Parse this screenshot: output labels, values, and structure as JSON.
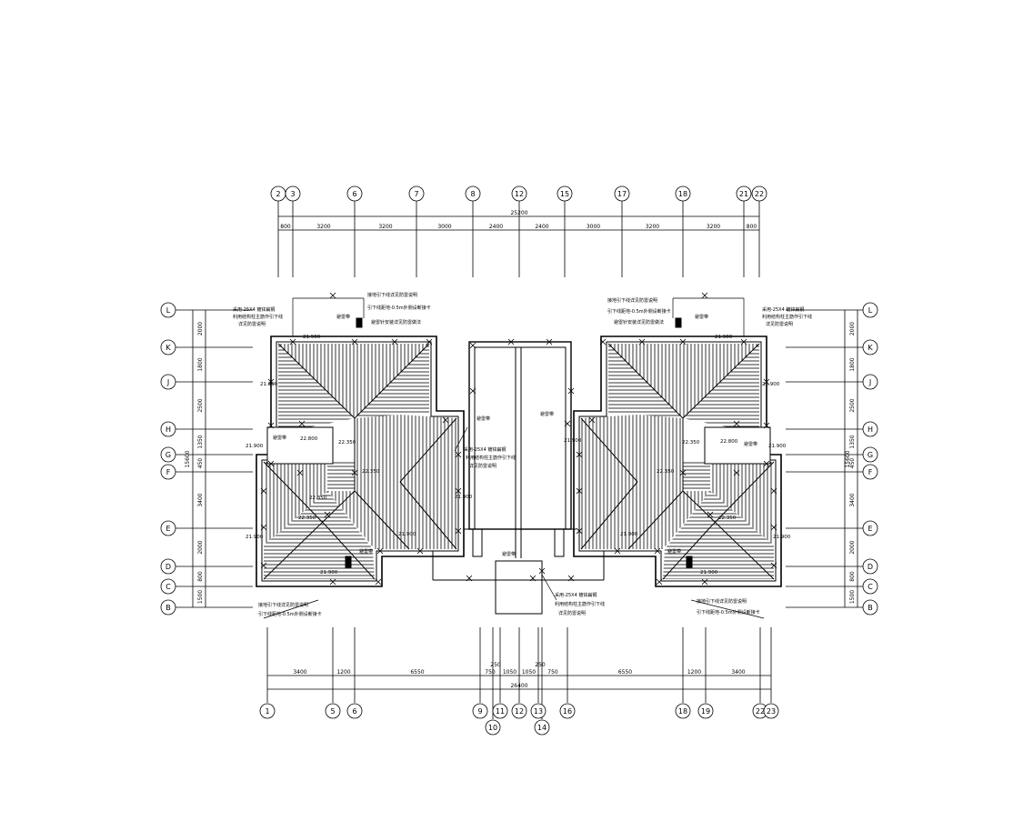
{
  "grid": {
    "top_columns": [
      "2",
      "3",
      "6",
      "7",
      "8",
      "12",
      "15",
      "17",
      "18",
      "21",
      "22"
    ],
    "bottom_columns": [
      "1",
      "5",
      "6",
      "9",
      "10",
      "11",
      "12",
      "13",
      "14",
      "16",
      "18",
      "19",
      "22",
      "23"
    ],
    "rows": [
      "L",
      "K",
      "J",
      "H",
      "G",
      "F",
      "E",
      "D",
      "C",
      "B"
    ]
  },
  "dimensions": {
    "top_total": "25200",
    "top_segments": [
      "800",
      "3200",
      "3200",
      "3000",
      "2400",
      "2400",
      "3000",
      "3200",
      "3200",
      "800"
    ],
    "bottom_total": "26400",
    "bottom_segments": [
      "3400",
      "1200",
      "6550",
      "750",
      "1050",
      "1050",
      "750",
      "6550",
      "1200",
      "3400"
    ],
    "bottom_small": [
      "250",
      "250"
    ],
    "left_segments": [
      "2000",
      "1800",
      "2500",
      "1350",
      "450",
      "3400",
      "2000",
      "800",
      "1500"
    ],
    "left_total": "15600",
    "right_segments": [
      "2000",
      "1800",
      "2500",
      "1350",
      "450",
      "3400",
      "2000",
      "800",
      "1500"
    ],
    "right_total": "15600"
  },
  "elevations": {
    "left_eave_top": "21.900",
    "left_eave_side": "21.900",
    "left_eave_g": "21.900",
    "left_ridge": "22.800",
    "left_ridge_b": "22.350",
    "left_ridge_c": "22.350",
    "left_ridge_d": "22.350",
    "left_ridge_e": "22.350",
    "left_eave_e": "21.900",
    "left_eave_low": "21.900",
    "left_eave_bottom": "21.900",
    "left_eave_right": "21.900",
    "right_eave_top": "21.900",
    "right_eave_side": "21.900",
    "right_eave_g": "21.900",
    "right_ridge": "22.800",
    "right_ridge_b": "22.350",
    "right_ridge_c": "22.350",
    "right_ridge_d": "22.350",
    "right_eave_e": "21.900",
    "right_eave_low": "21.900",
    "right_eave_bottom": "21.900",
    "center_eave": "21.900"
  },
  "notes": {
    "lightning_note_1": "接地引下线详见防雷说明",
    "lightning_note_2": "引下线距地-0.5m外侧设断接卡",
    "lightning_note_3": "避雷针安装详见防雷做法",
    "bond_note": "避雷带",
    "strip_note_1": "采用-25X4 镀锌扁钢",
    "strip_note_2": "利用结构柱主筋作引下线",
    "strip_note_3": "详见防雷说明"
  },
  "colors": {
    "line": "#000000",
    "background": "#ffffff"
  }
}
